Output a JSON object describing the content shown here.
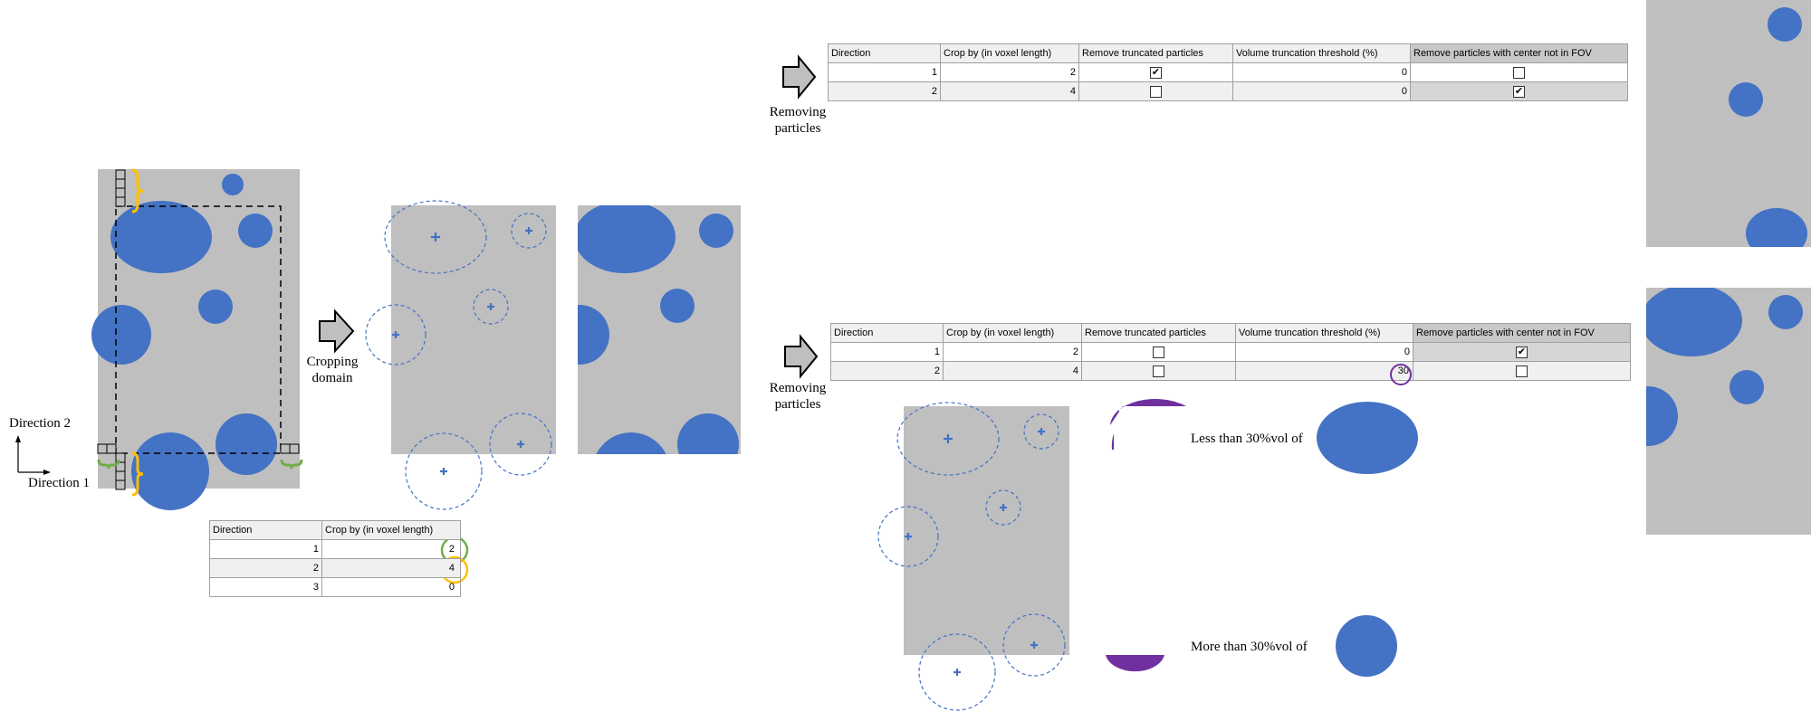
{
  "labels": {
    "direction2": "Direction 2",
    "direction1": "Direction 1",
    "cropping_domain": "Cropping domain",
    "removing_particles_top": "Removing particles",
    "removing_particles_bottom": "Removing particles",
    "less_than": "Less than 30%vol of",
    "more_than": "More than 30%vol of"
  },
  "crop_table": {
    "headers": [
      "Direction",
      "Crop by (in voxel length)"
    ],
    "rows": [
      {
        "direction": "1",
        "crop": "2"
      },
      {
        "direction": "2",
        "crop": "4"
      },
      {
        "direction": "3",
        "crop": "0"
      }
    ]
  },
  "table_top": {
    "headers": [
      "Direction",
      "Crop by (in voxel length)",
      "Remove truncated particles",
      "Volume truncation threshold (%)",
      "Remove particles with center not in FOV"
    ],
    "rows": [
      {
        "direction": "1",
        "crop": "2",
        "remove_truncated": true,
        "threshold": "0",
        "remove_center": false
      },
      {
        "direction": "2",
        "crop": "4",
        "remove_truncated": false,
        "threshold": "0",
        "remove_center": true
      }
    ]
  },
  "table_bottom": {
    "headers": [
      "Direction",
      "Crop by (in voxel length)",
      "Remove truncated particles",
      "Volume truncation threshold (%)",
      "Remove particles with center not in FOV"
    ],
    "rows": [
      {
        "direction": "1",
        "crop": "2",
        "remove_truncated": false,
        "threshold": "0",
        "remove_center": true
      },
      {
        "direction": "2",
        "crop": "4",
        "remove_truncated": false,
        "threshold": "30",
        "remove_center": false
      }
    ]
  },
  "colors": {
    "particle": "#4472c4",
    "domain": "#bfbfbf",
    "crop_marker_dir1": "#70ad47",
    "crop_marker_dir2": "#ffc000",
    "threshold_marker": "#7030a0"
  }
}
